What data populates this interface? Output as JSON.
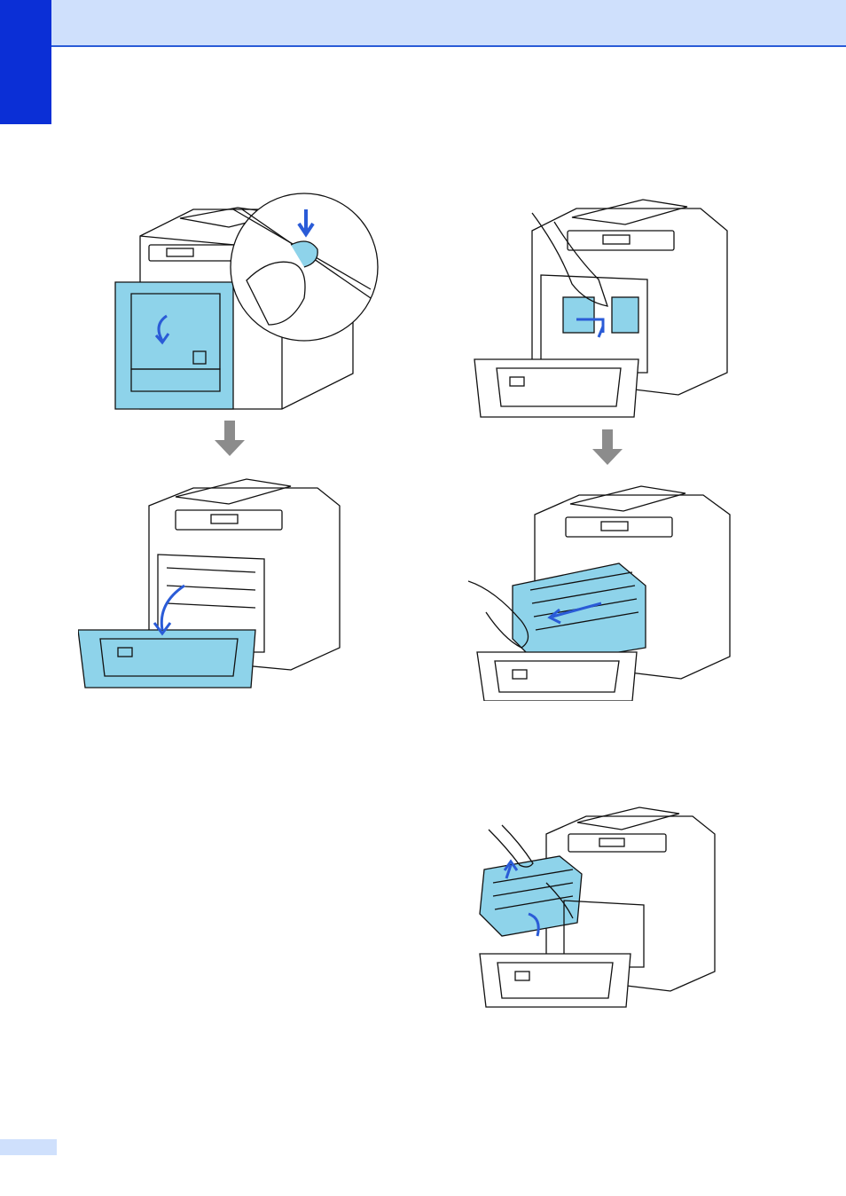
{
  "colors": {
    "header_band": "#cfe0fc",
    "header_rule": "#2a5bd7",
    "chapter_tab": "#0b2fd6",
    "part_highlight": "#8ed3ea",
    "step_arrow": "#8c8c8c",
    "line_art": "#111111"
  },
  "illustrations": [
    {
      "id": "press-front-cover-release",
      "icon": "printer-front-cover-release-icon"
    },
    {
      "id": "open-front-cover",
      "icon": "printer-front-cover-open-icon"
    },
    {
      "id": "unlock-drum-lever",
      "icon": "drum-lever-unlock-icon"
    },
    {
      "id": "pull-out-drum-unit",
      "icon": "drum-unit-pull-out-icon"
    },
    {
      "id": "lift-out-drum-unit",
      "icon": "drum-unit-lift-out-icon"
    }
  ]
}
